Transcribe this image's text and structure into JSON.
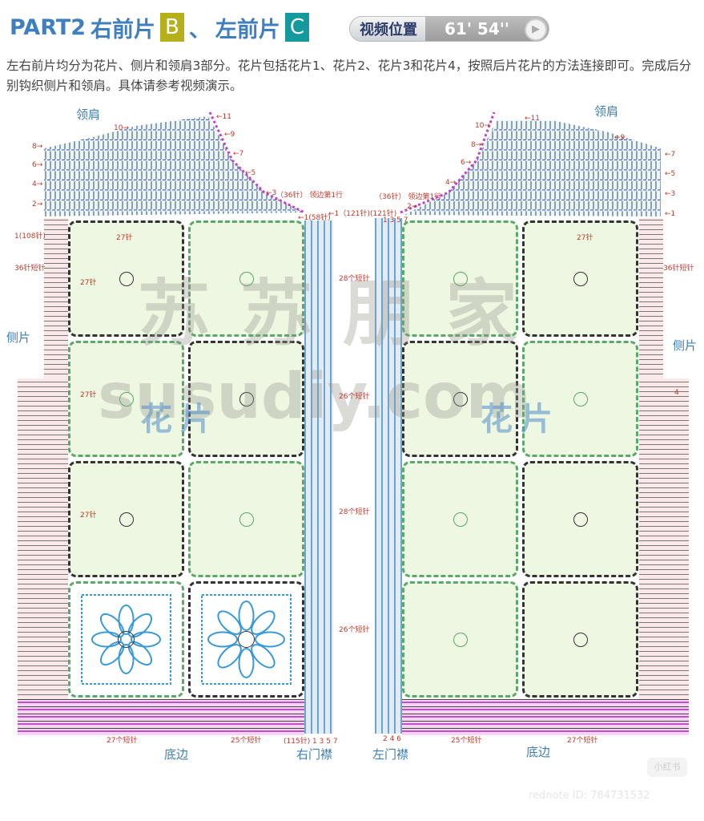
{
  "header": {
    "part": "PART2",
    "right_front": "右前片",
    "badge_b": "B",
    "sep": "、",
    "left_front": "左前片",
    "badge_c": "C",
    "video_label": "视频位置",
    "video_time": "61' 54''",
    "play_icon": "play-icon"
  },
  "description": "左右前片均分为花片、侧片和领肩3部分。花片包括花片1、花片2、花片3和花片4，按照后片花片的方法连接即可。完成后分别钩织侧片和领肩。具体请参考视频演示。",
  "colors": {
    "title": "#3f7fc0",
    "badge_b": "#b5b01a",
    "badge_c": "#14999e",
    "green": "#5aa86a",
    "black": "#333333"
  },
  "right_piece": {
    "shoulder": "领肩",
    "side": "侧片",
    "bottom": "底边",
    "placket": "右门襟",
    "rows_left": [
      "8→",
      "6→",
      "4→",
      "2→"
    ],
    "row10": "10→",
    "rows_neck": [
      "←11",
      "←9",
      "←7",
      "←5",
      "←3"
    ],
    "neck_note": "（36针） 领边第1行",
    "row1_58": "←1(58针)",
    "row1_121": "←1（121针)",
    "start": "1(108针)",
    "side_count": "36针短针",
    "stitch27": "27针",
    "bottom_27": "27个短针",
    "bottom_25": "25个短针",
    "bottom_115": "(115针) 1 3 5 7",
    "placket_counts": [
      "28个短针",
      "26个短针",
      "28个短针",
      "26个短针"
    ],
    "squares": [
      "black",
      "green",
      "green",
      "black",
      "black",
      "green",
      "motif-green",
      "motif-black"
    ]
  },
  "left_piece": {
    "shoulder": "领肩",
    "side": "侧片",
    "bottom": "底边",
    "placket": "左门襟",
    "neck_note": "（36针） 领边第1行",
    "row121": "(121针)",
    "placket_rows_top": "1 3 5 7",
    "placket_rows_bottom": "2 4 6",
    "rows_neck": [
      "2→",
      "4→",
      "6→",
      "8→",
      "10→"
    ],
    "row11": "←11",
    "row9": "←9",
    "rows_right": [
      "←7",
      "←5",
      "←3",
      "←1"
    ],
    "side_count": "36针短针",
    "side_row": "4",
    "stitch27": "27针",
    "bottom_27": "27个短针",
    "bottom_25": "25个短针",
    "squares": [
      "green",
      "black",
      "black",
      "green",
      "green",
      "black",
      "green",
      "black"
    ]
  },
  "watermark": {
    "cn": "苏苏朋家",
    "url": "susudiy.com",
    "flower": "花片",
    "flower2": "花片",
    "app": "小红书",
    "id": "rednote ID: 784731532"
  }
}
